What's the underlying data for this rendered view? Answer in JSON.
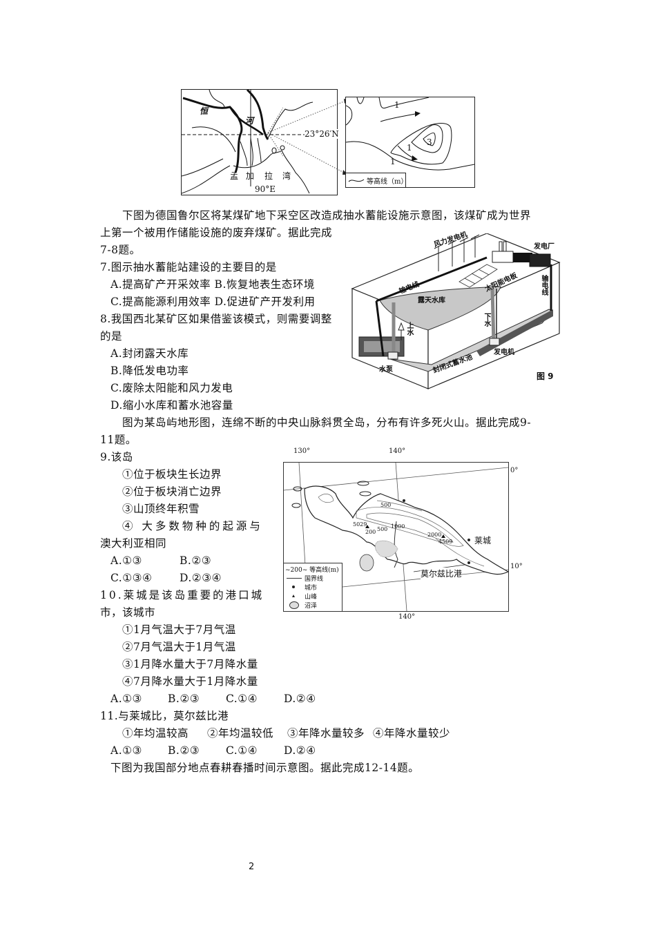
{
  "figure1": {
    "map_left": {
      "river_label_1": "恒",
      "river_label_2": "河",
      "latitude_label": "23°26′N",
      "longitude_label": "90°E",
      "bay_label": [
        "孟",
        "加",
        "拉",
        "湾"
      ]
    },
    "map_right": {
      "contour_labels": [
        "1",
        "1",
        "1",
        "3"
      ],
      "legend": "等高线（m）"
    }
  },
  "intro_7_8": {
    "line1": "下图为德国鲁尔区将某煤矿地下采空区改造成抽水蓄能设施示意图，该煤矿成为世界",
    "line2": "上第一个被用作储能设施的废弃煤矿。据此完成",
    "line3": "7-8题。"
  },
  "figure9": {
    "caption": "图 9",
    "labels": {
      "wind": "风力发电机",
      "plant": "发电厂",
      "solar": "太阳能电板",
      "line_top": "输电线",
      "line_right": "输电线",
      "reservoir": "露天水库",
      "up_water": "上水",
      "down_water": "下水",
      "pool": "封闭式蓄水池",
      "pump": "水泵",
      "generator": "发电机"
    }
  },
  "q7": {
    "stem": "7.图示抽水蓄能站建设的主要目的是",
    "row1": "A.提高矿产开采效率 B.恢复地表生态环境",
    "row2": "C.提高能源利用效率 D.促进矿产开发利用"
  },
  "q8": {
    "stem1": "8.我国西北某矿区如果借鉴该模式，则需要调整",
    "stem2": "的是",
    "options": [
      "A.封闭露天水库",
      "B.降低发电功率",
      "C.废除太阳能和风力发电",
      "D.缩小水库和蓄水池容量"
    ]
  },
  "intro_9_11": {
    "line1": "图为某岛屿地形图，连绵不断的中央山脉斜贯全岛，分布有许多死火山。据此完成9-",
    "line2": "11题。"
  },
  "figure_island": {
    "lon_top": [
      "130°",
      "140°"
    ],
    "lon_bottom": "140°",
    "lat_labels": [
      "0°",
      "10°"
    ],
    "contour_labels": [
      "500",
      "5029",
      "200",
      "500",
      "1000",
      "2000",
      "4509"
    ],
    "city_labels": [
      "莱城",
      "莫尔兹比港"
    ],
    "legend": [
      "~200~ 等高线(m)",
      "国界线",
      "城市",
      "山峰",
      "沼泽"
    ]
  },
  "q9": {
    "stem": "9.该岛",
    "items": [
      "①位于板块生长边界",
      "②位于板块消亡边界",
      "③山顶终年积雪",
      "④ 大多数物种的起源与"
    ],
    "item4_cont": "澳大利亚相同",
    "row1": [
      "A.①③",
      "B.②③"
    ],
    "row2": [
      "C.①③④",
      "D.②③④"
    ]
  },
  "q10": {
    "stem1": "10.莱城是该岛重要的港口城",
    "stem2": "市，该城市",
    "items": [
      "①1月气温大于7月气温",
      "②7月气温大于1月气温",
      "③1月降水量大于7月降水量",
      "④7月降水量大于1月降水量"
    ],
    "options": [
      "A.①③",
      "B.②③",
      "C.①④",
      "D.②④"
    ]
  },
  "q11": {
    "stem": "11.与莱城比，莫尔兹比港",
    "items": [
      "①年均温较高",
      "②年均温较低",
      "③年降水量较多",
      "④年降水量较少"
    ],
    "options": [
      "A.①③",
      "B.②③",
      "C.①④",
      "D.②④"
    ]
  },
  "intro_12_14": "下图为我国部分地点春耕春播时间示意图。据此完成12-14题。",
  "page_number": "2"
}
